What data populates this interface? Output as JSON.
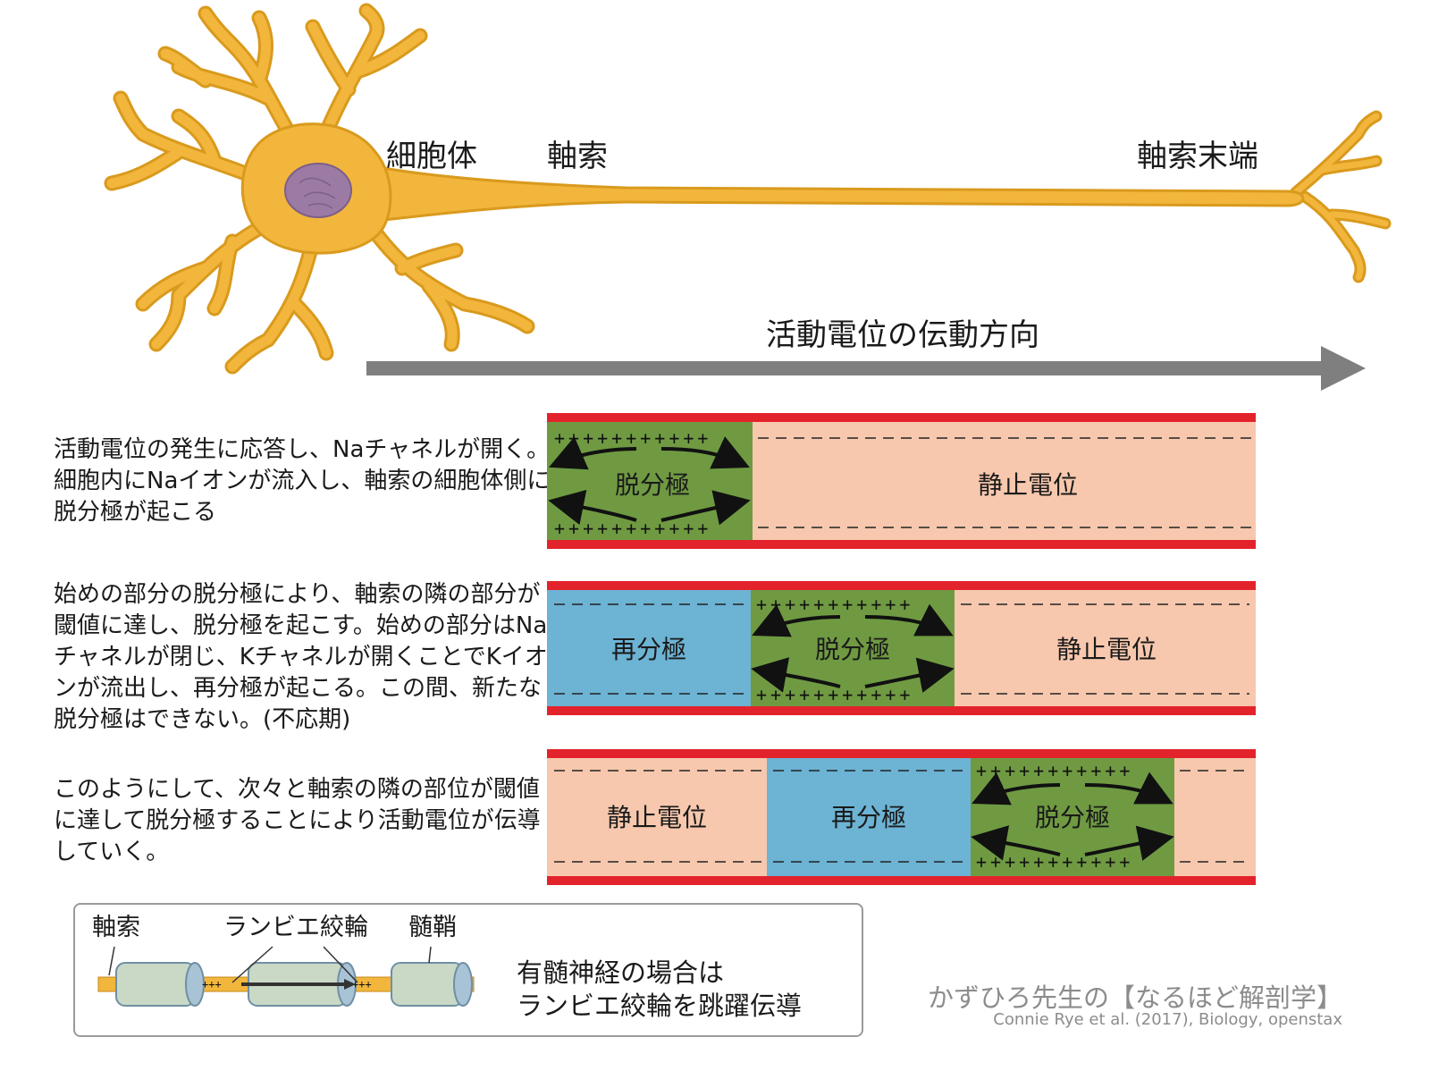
{
  "neuron": {
    "soma_label": "細胞体",
    "axon_label": "軸索",
    "terminal_label": "軸索末端"
  },
  "direction_label": "活動電位の伝動方向",
  "rows": [
    {
      "text": "活動電位の発生に応答し、Naチャネルが開く。細胞内にNaイオンが流入し、軸索の細胞体側に脱分極が起こる",
      "segments": [
        {
          "label": "脱分極",
          "state": "depolarized"
        },
        {
          "label": "静止電位",
          "state": "resting"
        }
      ]
    },
    {
      "text": "始めの部分の脱分極により、軸索の隣の部分が閾値に達し、脱分極を起こす。始めの部分はNaチャネルが閉じ、Kチャネルが開くことでKイオンが流出し、再分極が起こる。この間、新たな脱分極はできない。(不応期)",
      "segments": [
        {
          "label": "再分極",
          "state": "repolarized"
        },
        {
          "label": "脱分極",
          "state": "depolarized"
        },
        {
          "label": "静止電位",
          "state": "resting"
        }
      ]
    },
    {
      "text": "このようにして、次々と軸索の隣の部位が閾値に達して脱分極することにより活動電位が伝導していく。",
      "segments": [
        {
          "label": "静止電位",
          "state": "resting"
        },
        {
          "label": "再分極",
          "state": "repolarized"
        },
        {
          "label": "脱分極",
          "state": "depolarized"
        },
        {
          "label": "",
          "state": "resting"
        }
      ]
    }
  ],
  "myelin_box": {
    "axon_label": "軸索",
    "node_label": "ランビエ絞輪",
    "sheath_label": "髄鞘",
    "caption_line1": "有髄神経の場合は",
    "caption_line2": "ランビエ絞輪を跳躍伝導"
  },
  "credit": {
    "line1": "かずひろ先生の【なるほど解剖学】",
    "line2": "Connie Rye et al. (2017), Biology, openstax"
  },
  "colors": {
    "membrane": "#e3232b",
    "depolarized": "#6f9a42",
    "resting": "#f7c8ae",
    "repolarized": "#6cb3d4",
    "neuron": "#f2b63c",
    "nucleus": "#9b7ba4",
    "arrow": "#7f7f7f"
  }
}
